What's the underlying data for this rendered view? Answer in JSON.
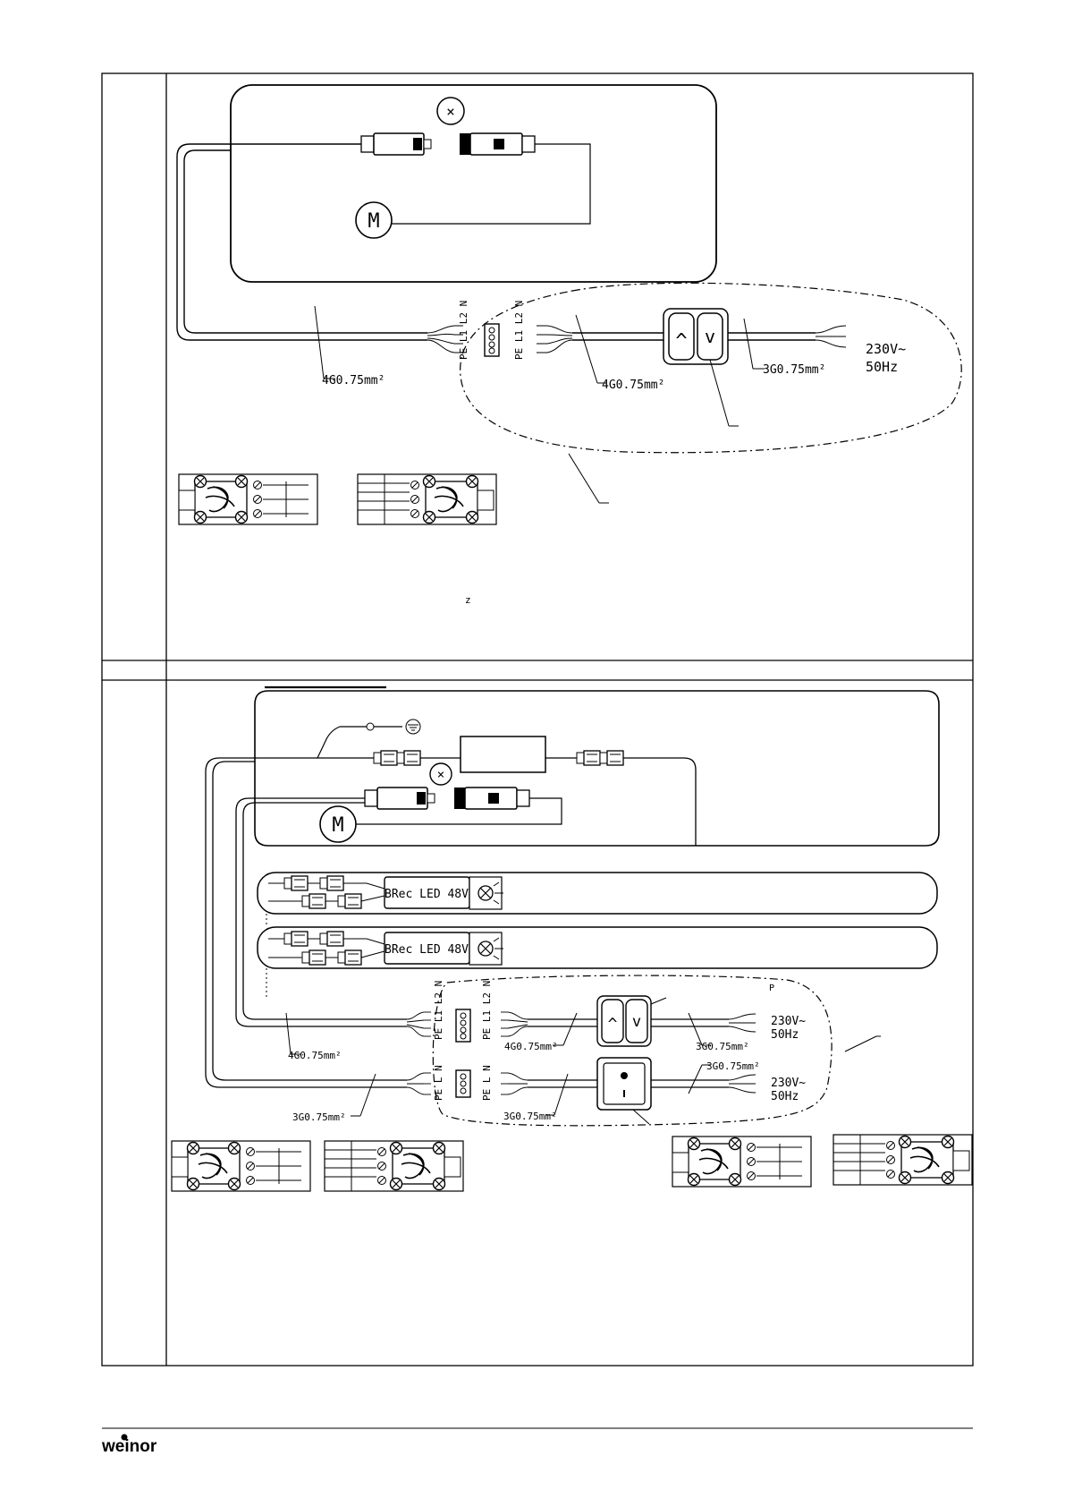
{
  "diagram1": {
    "motor_symbol": "M",
    "cable_main": "4G0.75mm²",
    "cable_switch": "4G0.75mm²",
    "cable_supply": "3G0.75mm²",
    "voltage": "230V~",
    "frequency": "50Hz",
    "terminal_labels": "PE L1 L2 N",
    "arrow_up": "^",
    "arrow_down": "v",
    "stray_mark": "z"
  },
  "diagram2": {
    "motor_symbol": "M",
    "led_1": "BRec LED 48V",
    "led_2": "BRec LED 48V",
    "cable_motor": "4G0.75mm²",
    "cable_led": "3G0.75mm²",
    "cable_switch_up": "4G0.75mm²",
    "cable_supply_up": "3G0.75mm²",
    "cable_switch_led": "3G0.75mm²",
    "cable_supply_led": "3G0.75mm²",
    "voltage_1": "230V~",
    "frequency_1": "50Hz",
    "voltage_2": "230V~",
    "frequency_2": "50Hz",
    "terminal_labels_4": "PE L1 L2 N",
    "terminal_labels_3": "PE L N",
    "arrow_up": "^",
    "arrow_down": "v",
    "rocker_symbol": "0",
    "stray_mark": "P"
  },
  "footer": {
    "brand": "weinor"
  },
  "colors": {
    "line": "#000000",
    "background": "#ffffff"
  }
}
